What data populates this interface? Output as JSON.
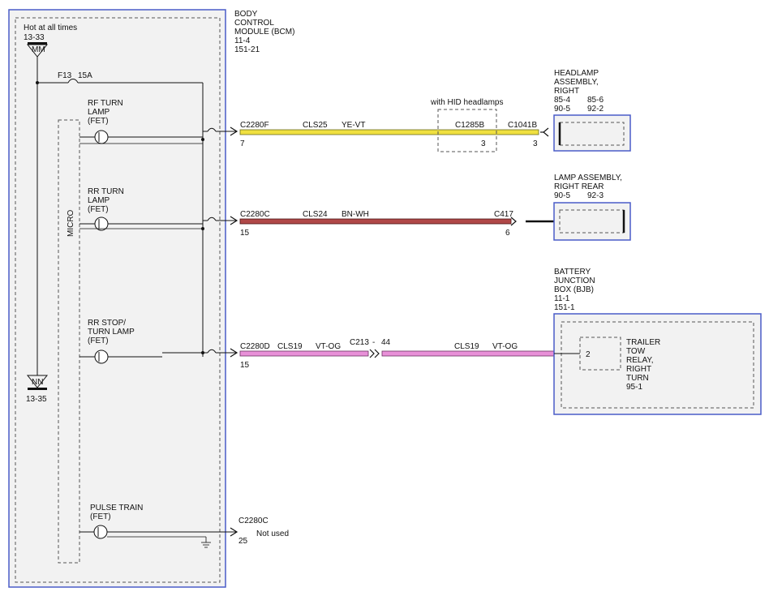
{
  "bcm": {
    "title_lines": [
      "BODY",
      "CONTROL",
      "MODULE (BCM)",
      "11-4",
      "151-21"
    ],
    "hot_label": "Hot at all times",
    "hot_ref": "13-33",
    "top_ground_tag": "MM",
    "bottom_ground_tag": "NN",
    "bottom_ref": "13-35",
    "fuse_label": "F13",
    "fuse_rating": "15A",
    "micro_label": "MICRO"
  },
  "drivers": [
    {
      "lines": [
        "RF TURN",
        "LAMP",
        "(FET)"
      ]
    },
    {
      "lines": [
        "RR TURN",
        "LAMP",
        "(FET)"
      ]
    },
    {
      "lines": [
        "RR STOP/",
        "TURN LAMP",
        "(FET)"
      ]
    },
    {
      "lines": [
        "PULSE TRAIN",
        "(FET)"
      ]
    }
  ],
  "circuits": [
    {
      "connector": "C2280F",
      "pin": "7",
      "circuit": "CLS25",
      "color": "YE-VT",
      "wire_hex": "#f0e040",
      "inline_note": "with HID headlamps",
      "inline_connector": "C1285B",
      "inline_pin": "3",
      "end_connector": "C1041B",
      "end_pin": "3"
    },
    {
      "connector": "C2280C",
      "pin": "15",
      "circuit": "CLS24",
      "color": "BN-WH",
      "wire_hex": "#b04848",
      "end_connector": "C417",
      "end_pin": "6"
    },
    {
      "connector": "C2280D",
      "pin": "15",
      "circuit": "CLS19",
      "color": "VT-OG",
      "wire_hex": "#e890d8",
      "splice_connector": "C213",
      "splice_dash": "-",
      "splice_pin": "44",
      "far_circuit": "CLS19",
      "far_color": "VT-OG"
    },
    {
      "connector": "C2280C",
      "pin": "25",
      "note": "Not used"
    }
  ],
  "components": {
    "headlamp": {
      "title_lines": [
        "HEADLAMP",
        "ASSEMBLY,",
        "RIGHT"
      ],
      "refs": [
        [
          "85-4",
          "85-6"
        ],
        [
          "90-5",
          "92-2"
        ]
      ]
    },
    "lamp_rear": {
      "title_lines": [
        "LAMP ASSEMBLY,",
        "RIGHT REAR"
      ],
      "refs": [
        [
          "90-5",
          "92-3"
        ]
      ]
    },
    "bjb": {
      "title_lines": [
        "BATTERY",
        "JUNCTION",
        "BOX (BJB)",
        "11-1",
        "151-1"
      ],
      "relay_pin": "2",
      "relay_lines": [
        "TRAILER",
        "TOW",
        "RELAY,",
        "RIGHT",
        "TURN",
        "95-1"
      ]
    }
  },
  "colors": {
    "module_border": "#4a5cc8",
    "module_fill": "#f2f2f2"
  }
}
